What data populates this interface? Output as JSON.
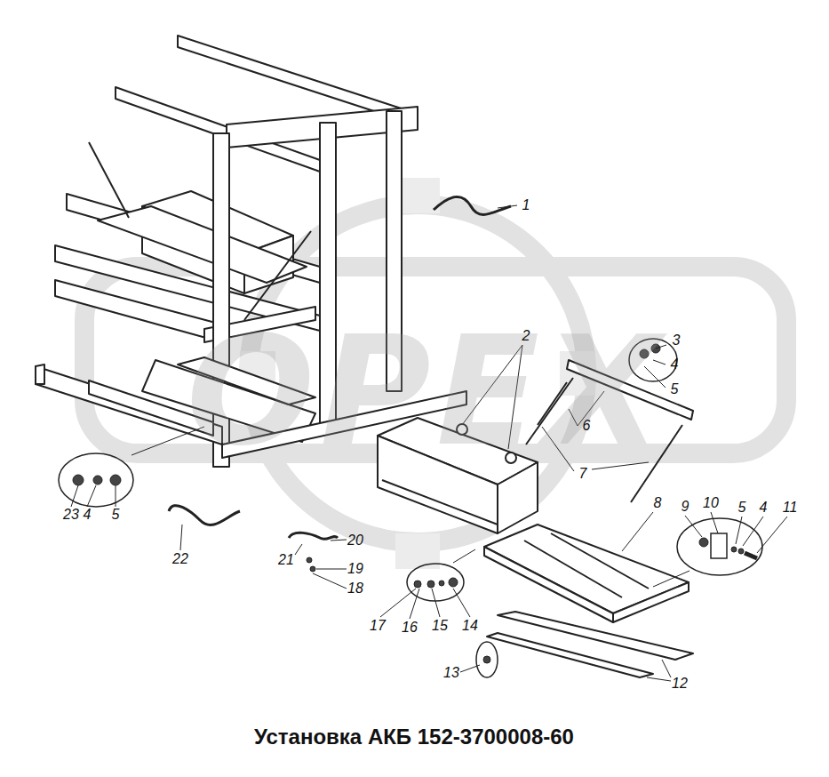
{
  "diagram": {
    "title": "Установка АКБ 152-3700008-60",
    "labels": [
      "1",
      "2",
      "3",
      "4",
      "5",
      "6",
      "7",
      "8",
      "9",
      "10",
      "5",
      "4",
      "11",
      "23",
      "4",
      "5",
      "22",
      "21",
      "20",
      "19",
      "18",
      "17",
      "16",
      "15",
      "14",
      "13",
      "12",
      "OPEX"
    ]
  }
}
